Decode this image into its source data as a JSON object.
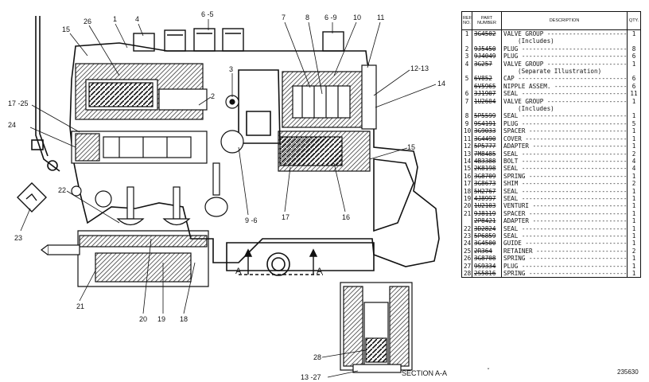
{
  "callouts": {
    "c1": "1",
    "c4": "4",
    "c65": "6 -5",
    "c69": "6 -9",
    "c10": "10",
    "c11": "11",
    "c7": "7",
    "c8": "8",
    "c15a": "15",
    "c26": "26",
    "c3": "3",
    "c2": "2",
    "c1213": "12-13",
    "c14": "14",
    "c1725": "17 -25",
    "c24": "24",
    "c15b": "15",
    "c22": "22",
    "c23": "23",
    "c96": "9 -6",
    "c17": "17",
    "c16": "16",
    "c21": "21",
    "c20": "20",
    "c19": "19",
    "c18": "18",
    "c28": "28",
    "c1327": "13 -27",
    "a_left": "A",
    "a_right": "A"
  },
  "section_label": "SECTION A-A",
  "figure_number": "235630",
  "table": {
    "headers": {
      "ref": "REF. NO.",
      "part": "PART NUMBER",
      "desc": "DESCRIPTION",
      "qty": "QTY."
    },
    "rows": [
      {
        "ref": "1",
        "part": "3G4502",
        "desc": "VALVE GROUP",
        "qty": "1",
        "lead": true
      },
      {
        "ref": "",
        "part": "",
        "desc": "(Includes)",
        "qty": "",
        "lead": false,
        "sub": true
      },
      {
        "ref": "2",
        "part": "9J5450",
        "desc": "PLUG",
        "qty": "8",
        "lead": true
      },
      {
        "ref": "3",
        "part": "9J4049",
        "desc": "PLUG",
        "qty": "6",
        "lead": true
      },
      {
        "ref": "4",
        "part": "3G257",
        "desc": "VALVE GROUP",
        "qty": "1",
        "lead": true
      },
      {
        "ref": "",
        "part": "",
        "desc": "(Separate Illustration)",
        "qty": "",
        "lead": false,
        "sub": true
      },
      {
        "ref": "5",
        "part": "6V852",
        "desc": "CAP",
        "qty": "6",
        "lead": true
      },
      {
        "ref": "",
        "part": "6V5965",
        "desc": "NIPPLE ASSEM.",
        "qty": "6",
        "lead": true
      },
      {
        "ref": "6",
        "part": "3J1907",
        "desc": "SEAL",
        "qty": "11",
        "lead": true
      },
      {
        "ref": "7",
        "part": "1U2604",
        "desc": "VALVE GROUP",
        "qty": "1",
        "lead": true
      },
      {
        "ref": "",
        "part": "",
        "desc": "(Includes)",
        "qty": "",
        "lead": false,
        "sub": true
      },
      {
        "ref": "8",
        "part": "5P5599",
        "desc": "SEAL",
        "qty": "1",
        "lead": true
      },
      {
        "ref": "9",
        "part": "9S4191",
        "desc": "PLUG",
        "qty": "5",
        "lead": true
      },
      {
        "ref": "10",
        "part": "3G9033",
        "desc": "SPACER",
        "qty": "1",
        "lead": true
      },
      {
        "ref": "11",
        "part": "3G4490",
        "desc": "COVER",
        "qty": "1",
        "lead": true
      },
      {
        "ref": "12",
        "part": "5P5777",
        "desc": "ADAPTER",
        "qty": "1",
        "lead": true
      },
      {
        "ref": "13",
        "part": "7M8485",
        "desc": "SEAL",
        "qty": "2",
        "lead": true
      },
      {
        "ref": "14",
        "part": "4B3388",
        "desc": "BOLT",
        "qty": "4",
        "lead": true
      },
      {
        "ref": "15",
        "part": "2K8198",
        "desc": "SEAL",
        "qty": "4",
        "lead": true
      },
      {
        "ref": "16",
        "part": "3G8709",
        "desc": "SPRING",
        "qty": "1",
        "lead": true
      },
      {
        "ref": "17",
        "part": "3G8673",
        "desc": "SHIM",
        "qty": "2",
        "lead": true
      },
      {
        "ref": "18",
        "part": "5H2767",
        "desc": "SEAL",
        "qty": "1",
        "lead": true
      },
      {
        "ref": "19",
        "part": "4J8997",
        "desc": "SEAL",
        "qty": "1",
        "lead": true
      },
      {
        "ref": "20",
        "part": "1U2103",
        "desc": "VENTURI",
        "qty": "1",
        "lead": true
      },
      {
        "ref": "21",
        "part": "9J8119",
        "desc": "SPACER",
        "qty": "1",
        "lead": true
      },
      {
        "ref": "",
        "part": "2P8421",
        "desc": "ADAPTER",
        "qty": "1",
        "lead": true
      },
      {
        "ref": "22",
        "part": "3D2824",
        "desc": "SEAL",
        "qty": "1",
        "lead": true
      },
      {
        "ref": "23",
        "part": "5P6859",
        "desc": "SEAL",
        "qty": "1",
        "lead": true
      },
      {
        "ref": "24",
        "part": "3G4500",
        "desc": "GUIDE",
        "qty": "1",
        "lead": true
      },
      {
        "ref": "25",
        "part": "2R364",
        "desc": "RETAINER",
        "qty": "2",
        "lead": true
      },
      {
        "ref": "26",
        "part": "3G8708",
        "desc": "SPRING",
        "qty": "1",
        "lead": true
      },
      {
        "ref": "27",
        "part": "9S9334",
        "desc": "PLUG",
        "qty": "1",
        "lead": true
      },
      {
        "ref": "28",
        "part": "2S5816",
        "desc": "SPRING",
        "qty": "1",
        "lead": true
      }
    ]
  },
  "colors": {
    "ink": "#111111",
    "paper": "#ffffff",
    "hatch": "#555555"
  }
}
